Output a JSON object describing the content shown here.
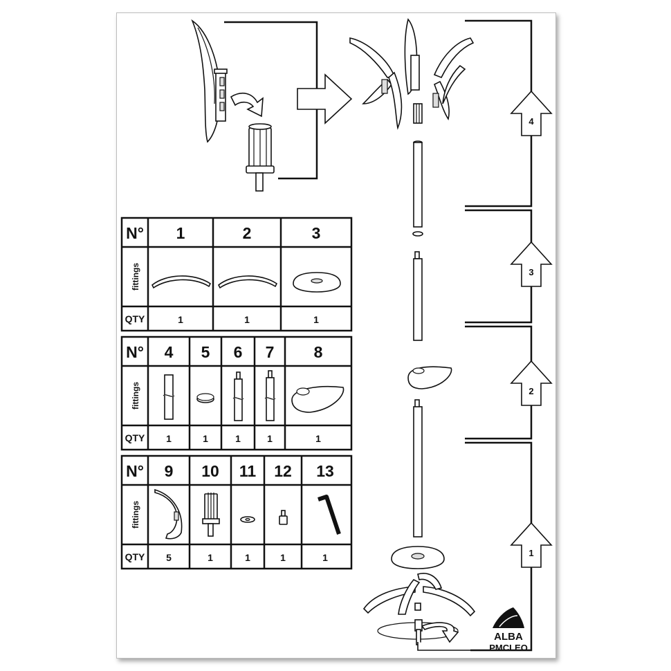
{
  "tables": [
    {
      "header_label": "N°",
      "fittings_label": "fittings",
      "qty_label": "QTY",
      "parts": [
        {
          "no": "1",
          "qty": "1",
          "icon": "hook-arm-icon"
        },
        {
          "no": "2",
          "qty": "1",
          "icon": "hook-arm-icon"
        },
        {
          "no": "3",
          "qty": "1",
          "icon": "base-hub-icon"
        }
      ]
    },
    {
      "header_label": "N°",
      "fittings_label": "fittings",
      "qty_label": "QTY",
      "parts": [
        {
          "no": "4",
          "qty": "1",
          "icon": "tube-icon"
        },
        {
          "no": "5",
          "qty": "1",
          "icon": "ring-icon"
        },
        {
          "no": "6",
          "qty": "1",
          "icon": "tube-pin-icon"
        },
        {
          "no": "7",
          "qty": "1",
          "icon": "tube-pin-icon"
        },
        {
          "no": "8",
          "qty": "1",
          "icon": "tray-icon"
        }
      ]
    },
    {
      "header_label": "N°",
      "fittings_label": "fittings",
      "qty_label": "QTY",
      "parts": [
        {
          "no": "9",
          "qty": "5",
          "icon": "coat-hook-icon"
        },
        {
          "no": "10",
          "qty": "1",
          "icon": "connector-icon"
        },
        {
          "no": "11",
          "qty": "1",
          "icon": "washer-icon"
        },
        {
          "no": "12",
          "qty": "1",
          "icon": "screw-icon"
        },
        {
          "no": "13",
          "qty": "1",
          "icon": "hex-key-icon"
        }
      ]
    }
  ],
  "steps": [
    "1",
    "2",
    "3",
    "4"
  ],
  "brand": {
    "line1": "ALBA",
    "line2": "PMCLEO"
  }
}
